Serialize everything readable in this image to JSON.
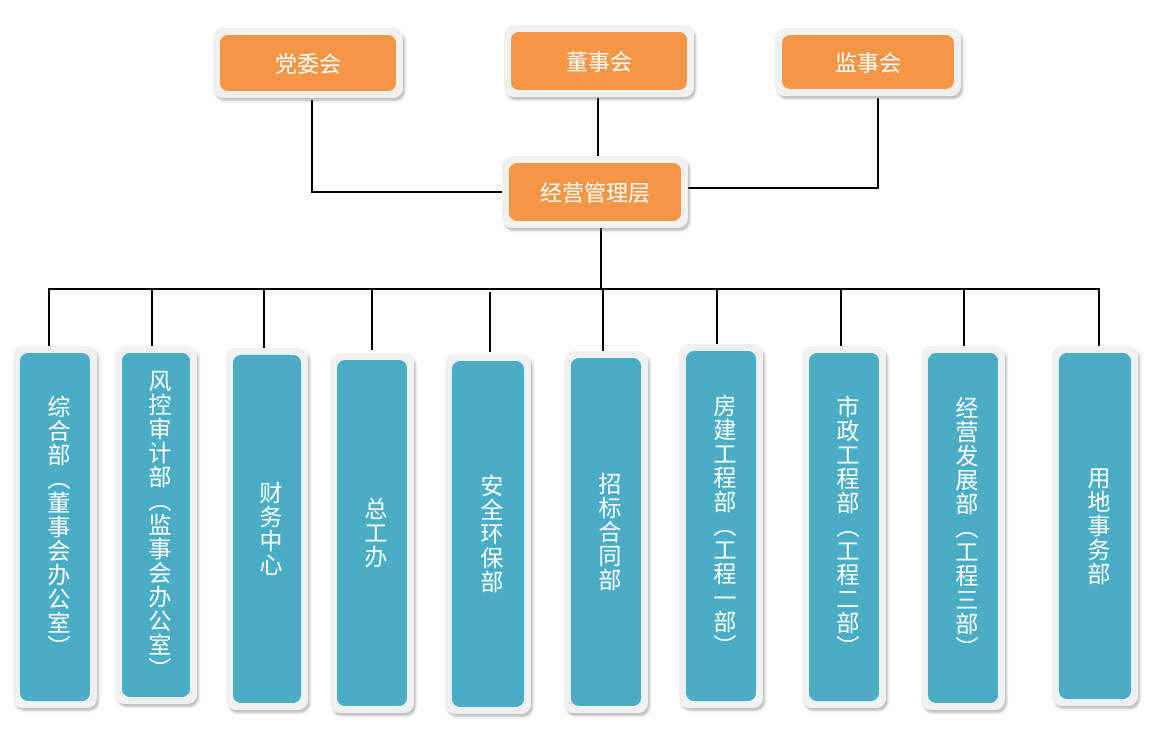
{
  "top_nodes": [
    {
      "label": "党委会"
    },
    {
      "label": "董事会"
    },
    {
      "label": "监事会"
    }
  ],
  "management": {
    "label": "经营管理层"
  },
  "departments": [
    {
      "label": "综合部（董事会办公室）"
    },
    {
      "label": "风控审计部（监事会办公室）"
    },
    {
      "label": "财务中心"
    },
    {
      "label": "总工办"
    },
    {
      "label": "安全环保部"
    },
    {
      "label": "招标合同部"
    },
    {
      "label": "房建工程部（工程一部）"
    },
    {
      "label": "市政工程部（工程二部）"
    },
    {
      "label": "经营发展部（工程三部）"
    },
    {
      "label": "用地事务部"
    }
  ],
  "colors": {
    "orange": "#f79646",
    "teal": "#4bacc6"
  }
}
